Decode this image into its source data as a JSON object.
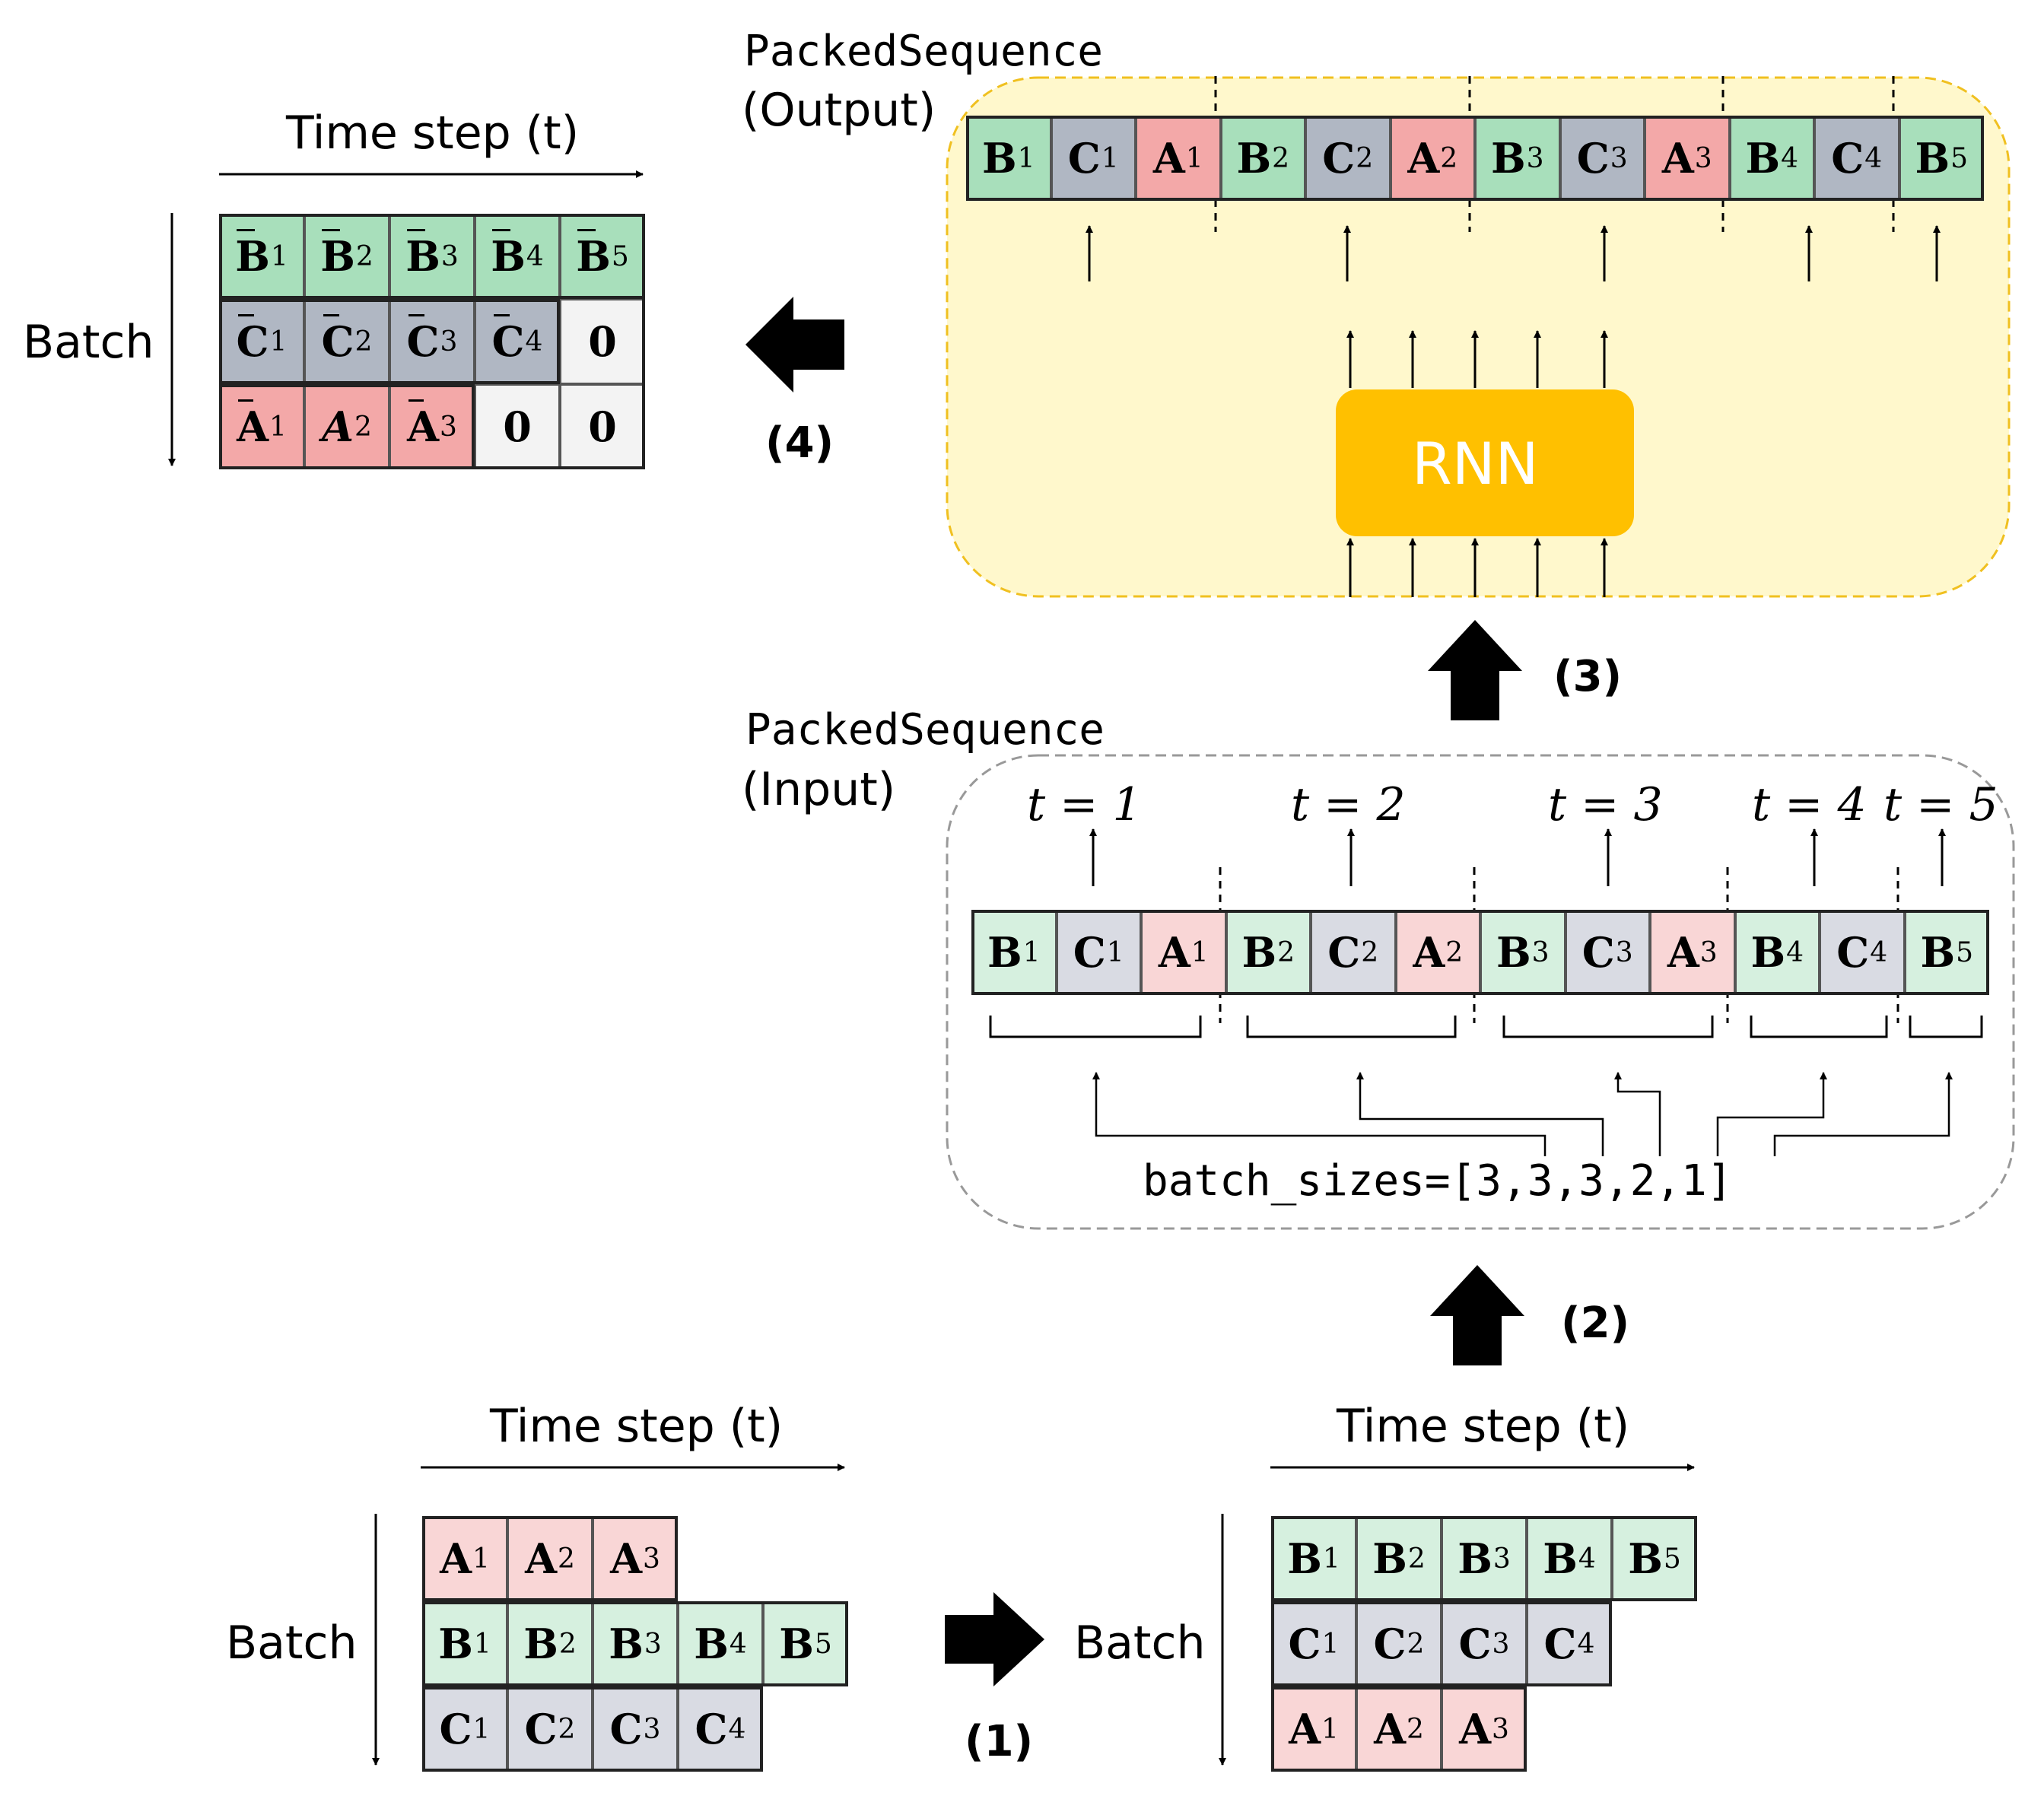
{
  "colors": {
    "green": "#d6f0df",
    "grey": "#d9dbe3",
    "pink": "#f9d6d6",
    "green_out": "#a8dfbb",
    "grey_out": "#b0b7c3",
    "pink_out": "#f3a8a8",
    "pad": "#f3f3f3",
    "rnn": "#ffc000",
    "output_bg": "#fff8cc",
    "output_border": "#f0c020"
  },
  "labels": {
    "time_step": "Time step (t)",
    "batch": "Batch",
    "packed_sequence": "PackedSequence",
    "output": "(Output)",
    "input": "(Input)",
    "rnn": "RNN",
    "batch_sizes": "batch_sizes=[3,3,3,2,1]",
    "step1": "(1)",
    "step2": "(2)",
    "step3": "(3)",
    "step4": "(4)"
  },
  "time_labels": [
    "t = 1",
    "t = 2",
    "t = 3",
    "t = 4",
    "t = 5"
  ],
  "input_grid": [
    [
      {
        "t": "A",
        "s": "1",
        "c": "pink"
      },
      {
        "t": "A",
        "s": "2",
        "c": "pink"
      },
      {
        "t": "A",
        "s": "3",
        "c": "pink"
      }
    ],
    [
      {
        "t": "B",
        "s": "1",
        "c": "green"
      },
      {
        "t": "B",
        "s": "2",
        "c": "green"
      },
      {
        "t": "B",
        "s": "3",
        "c": "green"
      },
      {
        "t": "B",
        "s": "4",
        "c": "green"
      },
      {
        "t": "B",
        "s": "5",
        "c": "green"
      }
    ],
    [
      {
        "t": "C",
        "s": "1",
        "c": "grey"
      },
      {
        "t": "C",
        "s": "2",
        "c": "grey"
      },
      {
        "t": "C",
        "s": "3",
        "c": "grey"
      },
      {
        "t": "C",
        "s": "4",
        "c": "grey"
      }
    ]
  ],
  "sorted_grid": [
    [
      {
        "t": "B",
        "s": "1",
        "c": "green"
      },
      {
        "t": "B",
        "s": "2",
        "c": "green"
      },
      {
        "t": "B",
        "s": "3",
        "c": "green"
      },
      {
        "t": "B",
        "s": "4",
        "c": "green"
      },
      {
        "t": "B",
        "s": "5",
        "c": "green"
      }
    ],
    [
      {
        "t": "C",
        "s": "1",
        "c": "grey"
      },
      {
        "t": "C",
        "s": "2",
        "c": "grey"
      },
      {
        "t": "C",
        "s": "3",
        "c": "grey"
      },
      {
        "t": "C",
        "s": "4",
        "c": "grey"
      }
    ],
    [
      {
        "t": "A",
        "s": "1",
        "c": "pink"
      },
      {
        "t": "A",
        "s": "2",
        "c": "pink"
      },
      {
        "t": "A",
        "s": "3",
        "c": "pink"
      }
    ]
  ],
  "packed_input": [
    {
      "t": "B",
      "s": "1",
      "c": "green"
    },
    {
      "t": "C",
      "s": "1",
      "c": "grey"
    },
    {
      "t": "A",
      "s": "1",
      "c": "pink"
    },
    {
      "t": "B",
      "s": "2",
      "c": "green"
    },
    {
      "t": "C",
      "s": "2",
      "c": "grey"
    },
    {
      "t": "A",
      "s": "2",
      "c": "pink"
    },
    {
      "t": "B",
      "s": "3",
      "c": "green"
    },
    {
      "t": "C",
      "s": "3",
      "c": "grey"
    },
    {
      "t": "A",
      "s": "3",
      "c": "pink"
    },
    {
      "t": "B",
      "s": "4",
      "c": "green"
    },
    {
      "t": "C",
      "s": "4",
      "c": "grey"
    },
    {
      "t": "B",
      "s": "5",
      "c": "green"
    }
  ],
  "packed_output": [
    {
      "t": "B",
      "s": "1",
      "c": "green_out"
    },
    {
      "t": "C",
      "s": "1",
      "c": "grey_out"
    },
    {
      "t": "A",
      "s": "1",
      "c": "pink_out"
    },
    {
      "t": "B",
      "s": "2",
      "c": "green_out"
    },
    {
      "t": "C",
      "s": "2",
      "c": "grey_out"
    },
    {
      "t": "A",
      "s": "2",
      "c": "pink_out"
    },
    {
      "t": "B",
      "s": "3",
      "c": "green_out"
    },
    {
      "t": "C",
      "s": "3",
      "c": "grey_out"
    },
    {
      "t": "A",
      "s": "3",
      "c": "pink_out"
    },
    {
      "t": "B",
      "s": "4",
      "c": "green_out"
    },
    {
      "t": "C",
      "s": "4",
      "c": "grey_out"
    },
    {
      "t": "B",
      "s": "5",
      "c": "green_out"
    }
  ],
  "padded_output": [
    [
      {
        "t": "B",
        "s": "1",
        "c": "green_out",
        "bar": true
      },
      {
        "t": "B",
        "s": "2",
        "c": "green_out",
        "bar": true
      },
      {
        "t": "B",
        "s": "3",
        "c": "green_out",
        "bar": true
      },
      {
        "t": "B",
        "s": "4",
        "c": "green_out",
        "bar": true
      },
      {
        "t": "B",
        "s": "5",
        "c": "green_out",
        "bar": true
      }
    ],
    [
      {
        "t": "C",
        "s": "1",
        "c": "grey_out",
        "bar": true
      },
      {
        "t": "C",
        "s": "2",
        "c": "grey_out",
        "bar": true
      },
      {
        "t": "C",
        "s": "3",
        "c": "grey_out",
        "bar": true
      },
      {
        "t": "C",
        "s": "4",
        "c": "grey_out",
        "bar": true
      },
      {
        "t": "0",
        "s": "",
        "c": "pad"
      }
    ],
    [
      {
        "t": "A",
        "s": "1",
        "c": "pink_out",
        "bar": true
      },
      {
        "t": "A",
        "s": "2",
        "c": "pink_out",
        "bar": false
      },
      {
        "t": "A",
        "s": "3",
        "c": "pink_out",
        "bar": true
      },
      {
        "t": "0",
        "s": "",
        "c": "pad"
      },
      {
        "t": "0",
        "s": "",
        "c": "pad"
      }
    ]
  ]
}
